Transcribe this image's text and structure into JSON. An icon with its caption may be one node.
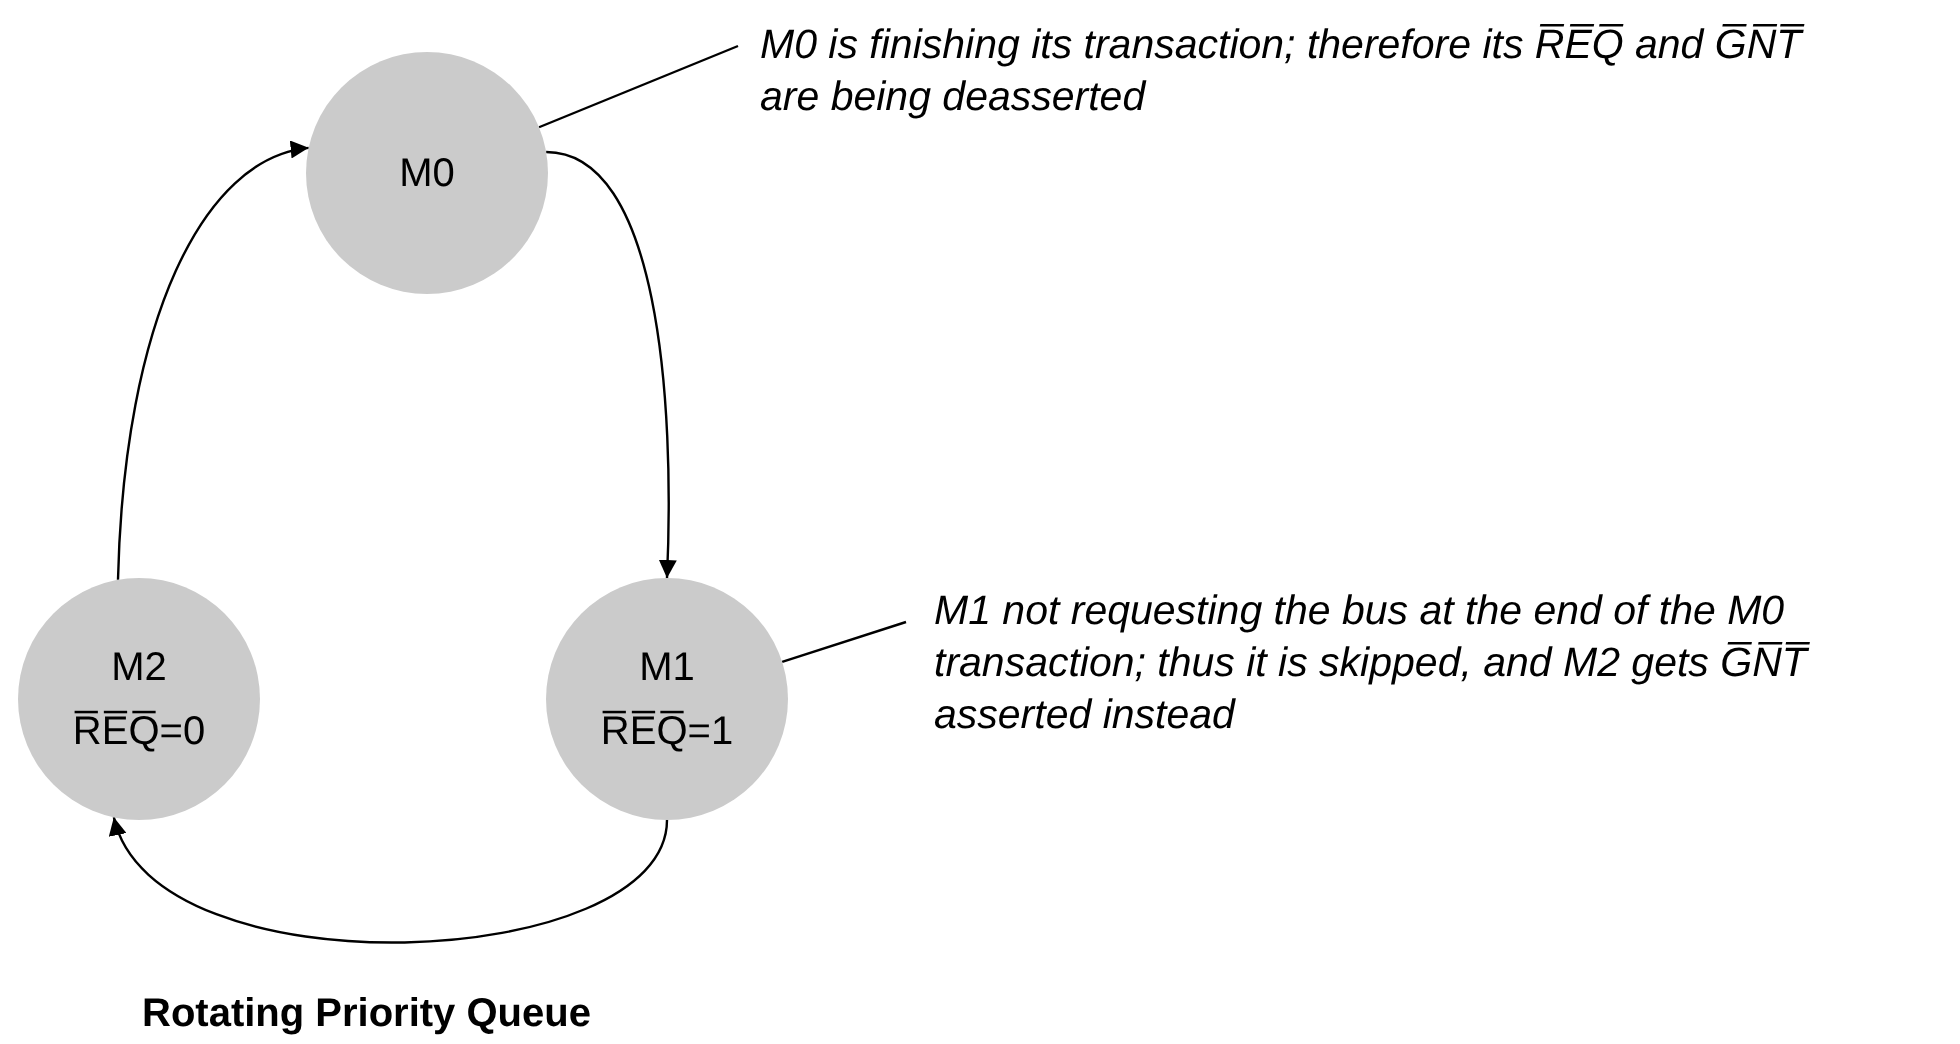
{
  "diagram": {
    "caption": "Rotating Priority Queue",
    "nodes": [
      {
        "text": [
          "M0"
        ]
      },
      {
        "text": [
          "M1",
          "R̅E̅Q̅=1"
        ]
      },
      {
        "text": [
          "M2",
          "R̅E̅Q̅=0"
        ]
      },
      {
        "text": [
          "M0 is finishing its transaction; therefore its R̅E̅Q̅ and G̅N̅T̅ are being deasserted"
        ]
      },
      {
        "text": [
          "M1 not requesting the bus at the end of the M0 transaction; thus it is skipped, and M2 gets G̅N̅T̅ asserted instead"
        ]
      }
    ],
    "edges": [
      {
        "from": 0,
        "to": 1,
        "arrow": "to"
      },
      {
        "from": 1,
        "to": 2,
        "arrow": "to"
      },
      {
        "from": 2,
        "to": 0,
        "arrow": "to"
      },
      {
        "from": 3,
        "to": 0,
        "arrow": "none"
      },
      {
        "from": 4,
        "to": 1,
        "arrow": "none"
      }
    ]
  }
}
